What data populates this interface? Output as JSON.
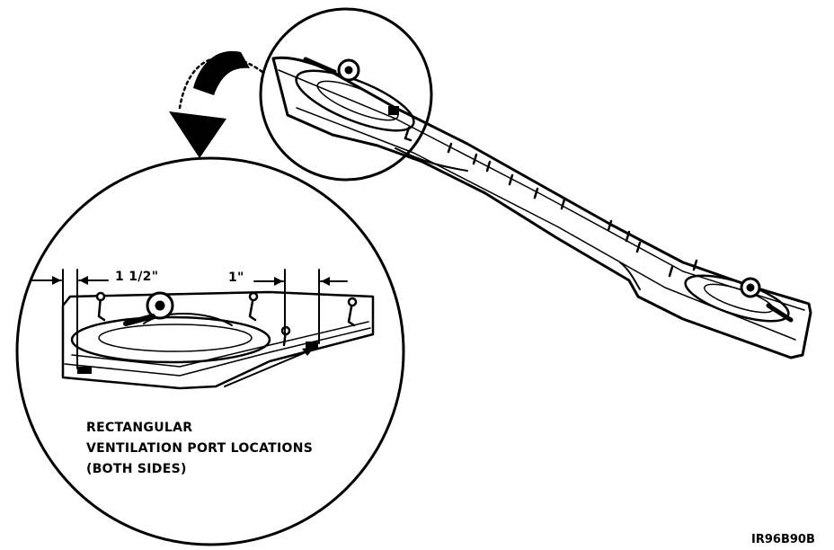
{
  "figure": {
    "caption_lines": [
      "RECTANGULAR",
      "VENTILATION PORT LOCATIONS",
      "(BOTH SIDES)"
    ],
    "dimension_left": "1 1/2\"",
    "dimension_right": "1\"",
    "figure_id": "IR96B90B"
  }
}
